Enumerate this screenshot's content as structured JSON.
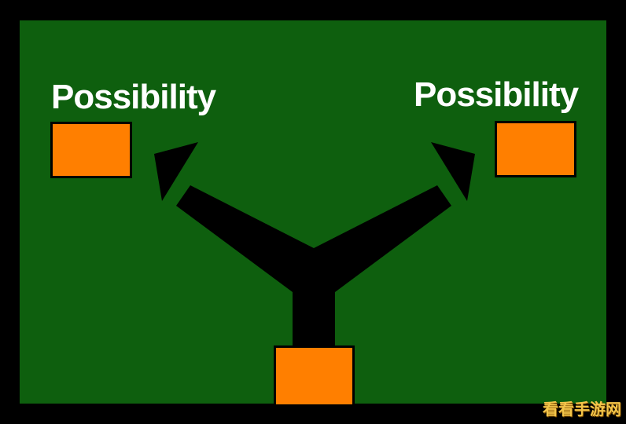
{
  "diagram": {
    "left_label": "Possibility",
    "right_label": "Possibility"
  },
  "colors": {
    "background": "#0e5f0e",
    "frame": "#000000",
    "box_fill": "#ff7f00",
    "arrow": "#000000",
    "text": "#ffffff"
  },
  "watermark": {
    "text": "看看手游网"
  }
}
